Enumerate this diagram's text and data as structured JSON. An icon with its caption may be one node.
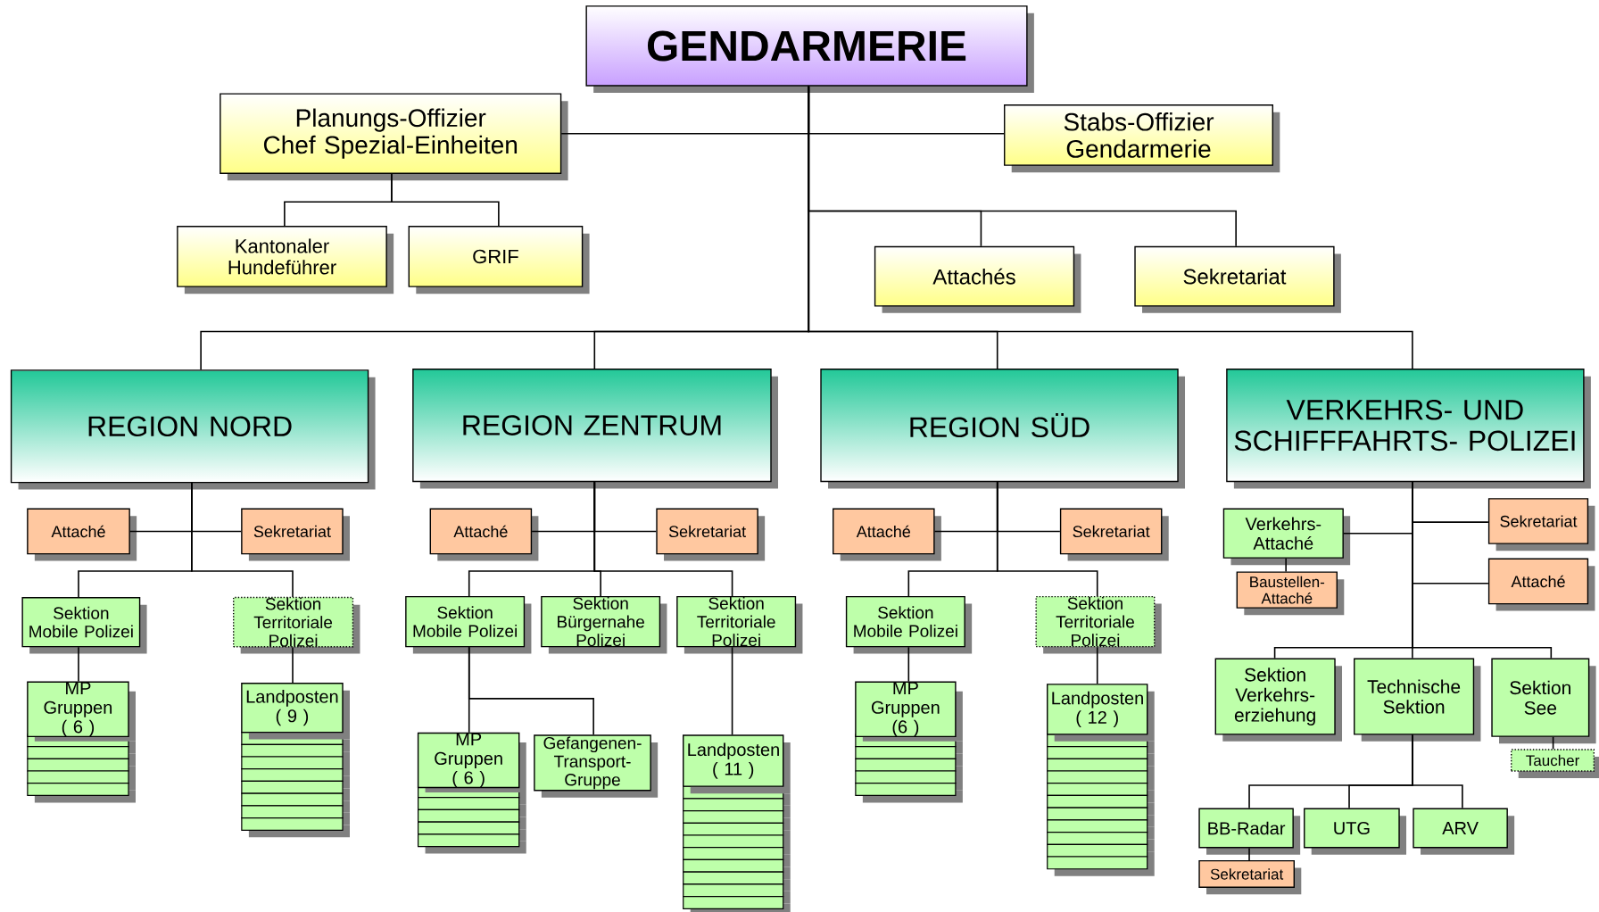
{
  "diagram": {
    "nodes": [
      {
        "text": [
          "GENDARMERIE"
        ]
      },
      {
        "text": [
          "Planungs-Offizier",
          "Chef Spezial-Einheiten"
        ]
      },
      {
        "text": [
          "Stabs-Offizier Gendarmerie"
        ]
      },
      {
        "text": [
          "Kantonaler Hundeführer"
        ]
      },
      {
        "text": [
          "GRIF"
        ]
      },
      {
        "text": [
          "Attachés"
        ]
      },
      {
        "text": [
          "Sekretariat"
        ]
      },
      {
        "text": [
          "REGION NORD"
        ]
      },
      {
        "text": [
          "REGION ZENTRUM"
        ]
      },
      {
        "text": [
          "REGION SÜD"
        ]
      },
      {
        "text": [
          "VERKEHRS- UND SCHIFFFAHRTS- POLIZEI"
        ]
      },
      {
        "text": [
          "Attaché"
        ]
      },
      {
        "text": [
          "Sekretariat"
        ]
      },
      {
        "text": [
          "Sektion Mobile Polizei"
        ]
      },
      {
        "text": [
          "Sektion Territoriale Polizei"
        ]
      },
      {
        "text": [
          "MP Gruppen ( 6 )"
        ]
      },
      {
        "text": [
          "Landposten ( 9 )"
        ]
      },
      {
        "text": [
          "Attaché"
        ]
      },
      {
        "text": [
          "Sekretariat"
        ]
      },
      {
        "text": [
          "Sektion Mobile Polizei"
        ]
      },
      {
        "text": [
          "Sektion Bürgernahe Polizei"
        ]
      },
      {
        "text": [
          "Sektion Territoriale Polizei"
        ]
      },
      {
        "text": [
          "MP Gruppen ( 6 )"
        ]
      },
      {
        "text": [
          "Gefangenen- Transport- Gruppe"
        ]
      },
      {
        "text": [
          "Landposten ( 11 )"
        ]
      },
      {
        "text": [
          "Attaché"
        ]
      },
      {
        "text": [
          "Sekretariat"
        ]
      },
      {
        "text": [
          "Sektion Mobile Polizei"
        ]
      },
      {
        "text": [
          "Sektion Territoriale Polizei"
        ]
      },
      {
        "text": [
          "MP Gruppen (6 )"
        ]
      },
      {
        "text": [
          "Landposten ( 12 )"
        ]
      },
      {
        "text": [
          "Verkehrs- Attaché"
        ]
      },
      {
        "text": [
          "Baustellen- Attaché"
        ]
      },
      {
        "text": [
          "Sekretariat"
        ]
      },
      {
        "text": [
          "Attaché"
        ]
      },
      {
        "text": [
          "Sektion Verkehrs- erziehung"
        ]
      },
      {
        "text": [
          "Technische Sektion"
        ]
      },
      {
        "text": [
          "Sektion See"
        ]
      },
      {
        "text": [
          "Taucher"
        ]
      },
      {
        "text": [
          "BB-Radar"
        ]
      },
      {
        "text": [
          "UTG"
        ]
      },
      {
        "text": [
          "ARV"
        ]
      },
      {
        "text": [
          "Sekretariat"
        ]
      }
    ],
    "edges": [
      {
        "from": 0,
        "to": 1,
        "arrow": "none"
      },
      {
        "from": 0,
        "to": 2,
        "arrow": "none"
      },
      {
        "from": 0,
        "to": 5,
        "arrow": "none"
      },
      {
        "from": 0,
        "to": 6,
        "arrow": "none"
      },
      {
        "from": 0,
        "to": 7,
        "arrow": "none"
      },
      {
        "from": 0,
        "to": 8,
        "arrow": "none"
      },
      {
        "from": 0,
        "to": 9,
        "arrow": "none"
      },
      {
        "from": 0,
        "to": 10,
        "arrow": "none"
      },
      {
        "from": 1,
        "to": 3,
        "arrow": "none"
      },
      {
        "from": 1,
        "to": 4,
        "arrow": "none"
      },
      {
        "from": 7,
        "to": 11,
        "arrow": "none"
      },
      {
        "from": 7,
        "to": 12,
        "arrow": "none"
      },
      {
        "from": 7,
        "to": 13,
        "arrow": "none"
      },
      {
        "from": 7,
        "to": 14,
        "arrow": "none"
      },
      {
        "from": 13,
        "to": 15,
        "arrow": "none"
      },
      {
        "from": 14,
        "to": 16,
        "arrow": "none"
      },
      {
        "from": 8,
        "to": 17,
        "arrow": "none"
      },
      {
        "from": 8,
        "to": 18,
        "arrow": "none"
      },
      {
        "from": 8,
        "to": 19,
        "arrow": "none"
      },
      {
        "from": 8,
        "to": 20,
        "arrow": "none"
      },
      {
        "from": 8,
        "to": 21,
        "arrow": "none"
      },
      {
        "from": 19,
        "to": 22,
        "arrow": "none"
      },
      {
        "from": 19,
        "to": 23,
        "arrow": "none"
      },
      {
        "from": 21,
        "to": 24,
        "arrow": "none"
      },
      {
        "from": 9,
        "to": 25,
        "arrow": "none"
      },
      {
        "from": 9,
        "to": 26,
        "arrow": "none"
      },
      {
        "from": 9,
        "to": 27,
        "arrow": "none"
      },
      {
        "from": 9,
        "to": 28,
        "arrow": "none"
      },
      {
        "from": 27,
        "to": 29,
        "arrow": "none"
      },
      {
        "from": 28,
        "to": 30,
        "arrow": "none"
      },
      {
        "from": 10,
        "to": 31,
        "arrow": "none"
      },
      {
        "from": 31,
        "to": 32,
        "arrow": "none"
      },
      {
        "from": 10,
        "to": 33,
        "arrow": "none"
      },
      {
        "from": 10,
        "to": 34,
        "arrow": "none"
      },
      {
        "from": 10,
        "to": 35,
        "arrow": "none"
      },
      {
        "from": 10,
        "to": 36,
        "arrow": "none"
      },
      {
        "from": 10,
        "to": 37,
        "arrow": "none"
      },
      {
        "from": 37,
        "to": 38,
        "arrow": "none"
      },
      {
        "from": 36,
        "to": 39,
        "arrow": "none"
      },
      {
        "from": 36,
        "to": 40,
        "arrow": "none"
      },
      {
        "from": 36,
        "to": 41,
        "arrow": "none"
      },
      {
        "from": 39,
        "to": 42,
        "arrow": "none"
      }
    ]
  }
}
